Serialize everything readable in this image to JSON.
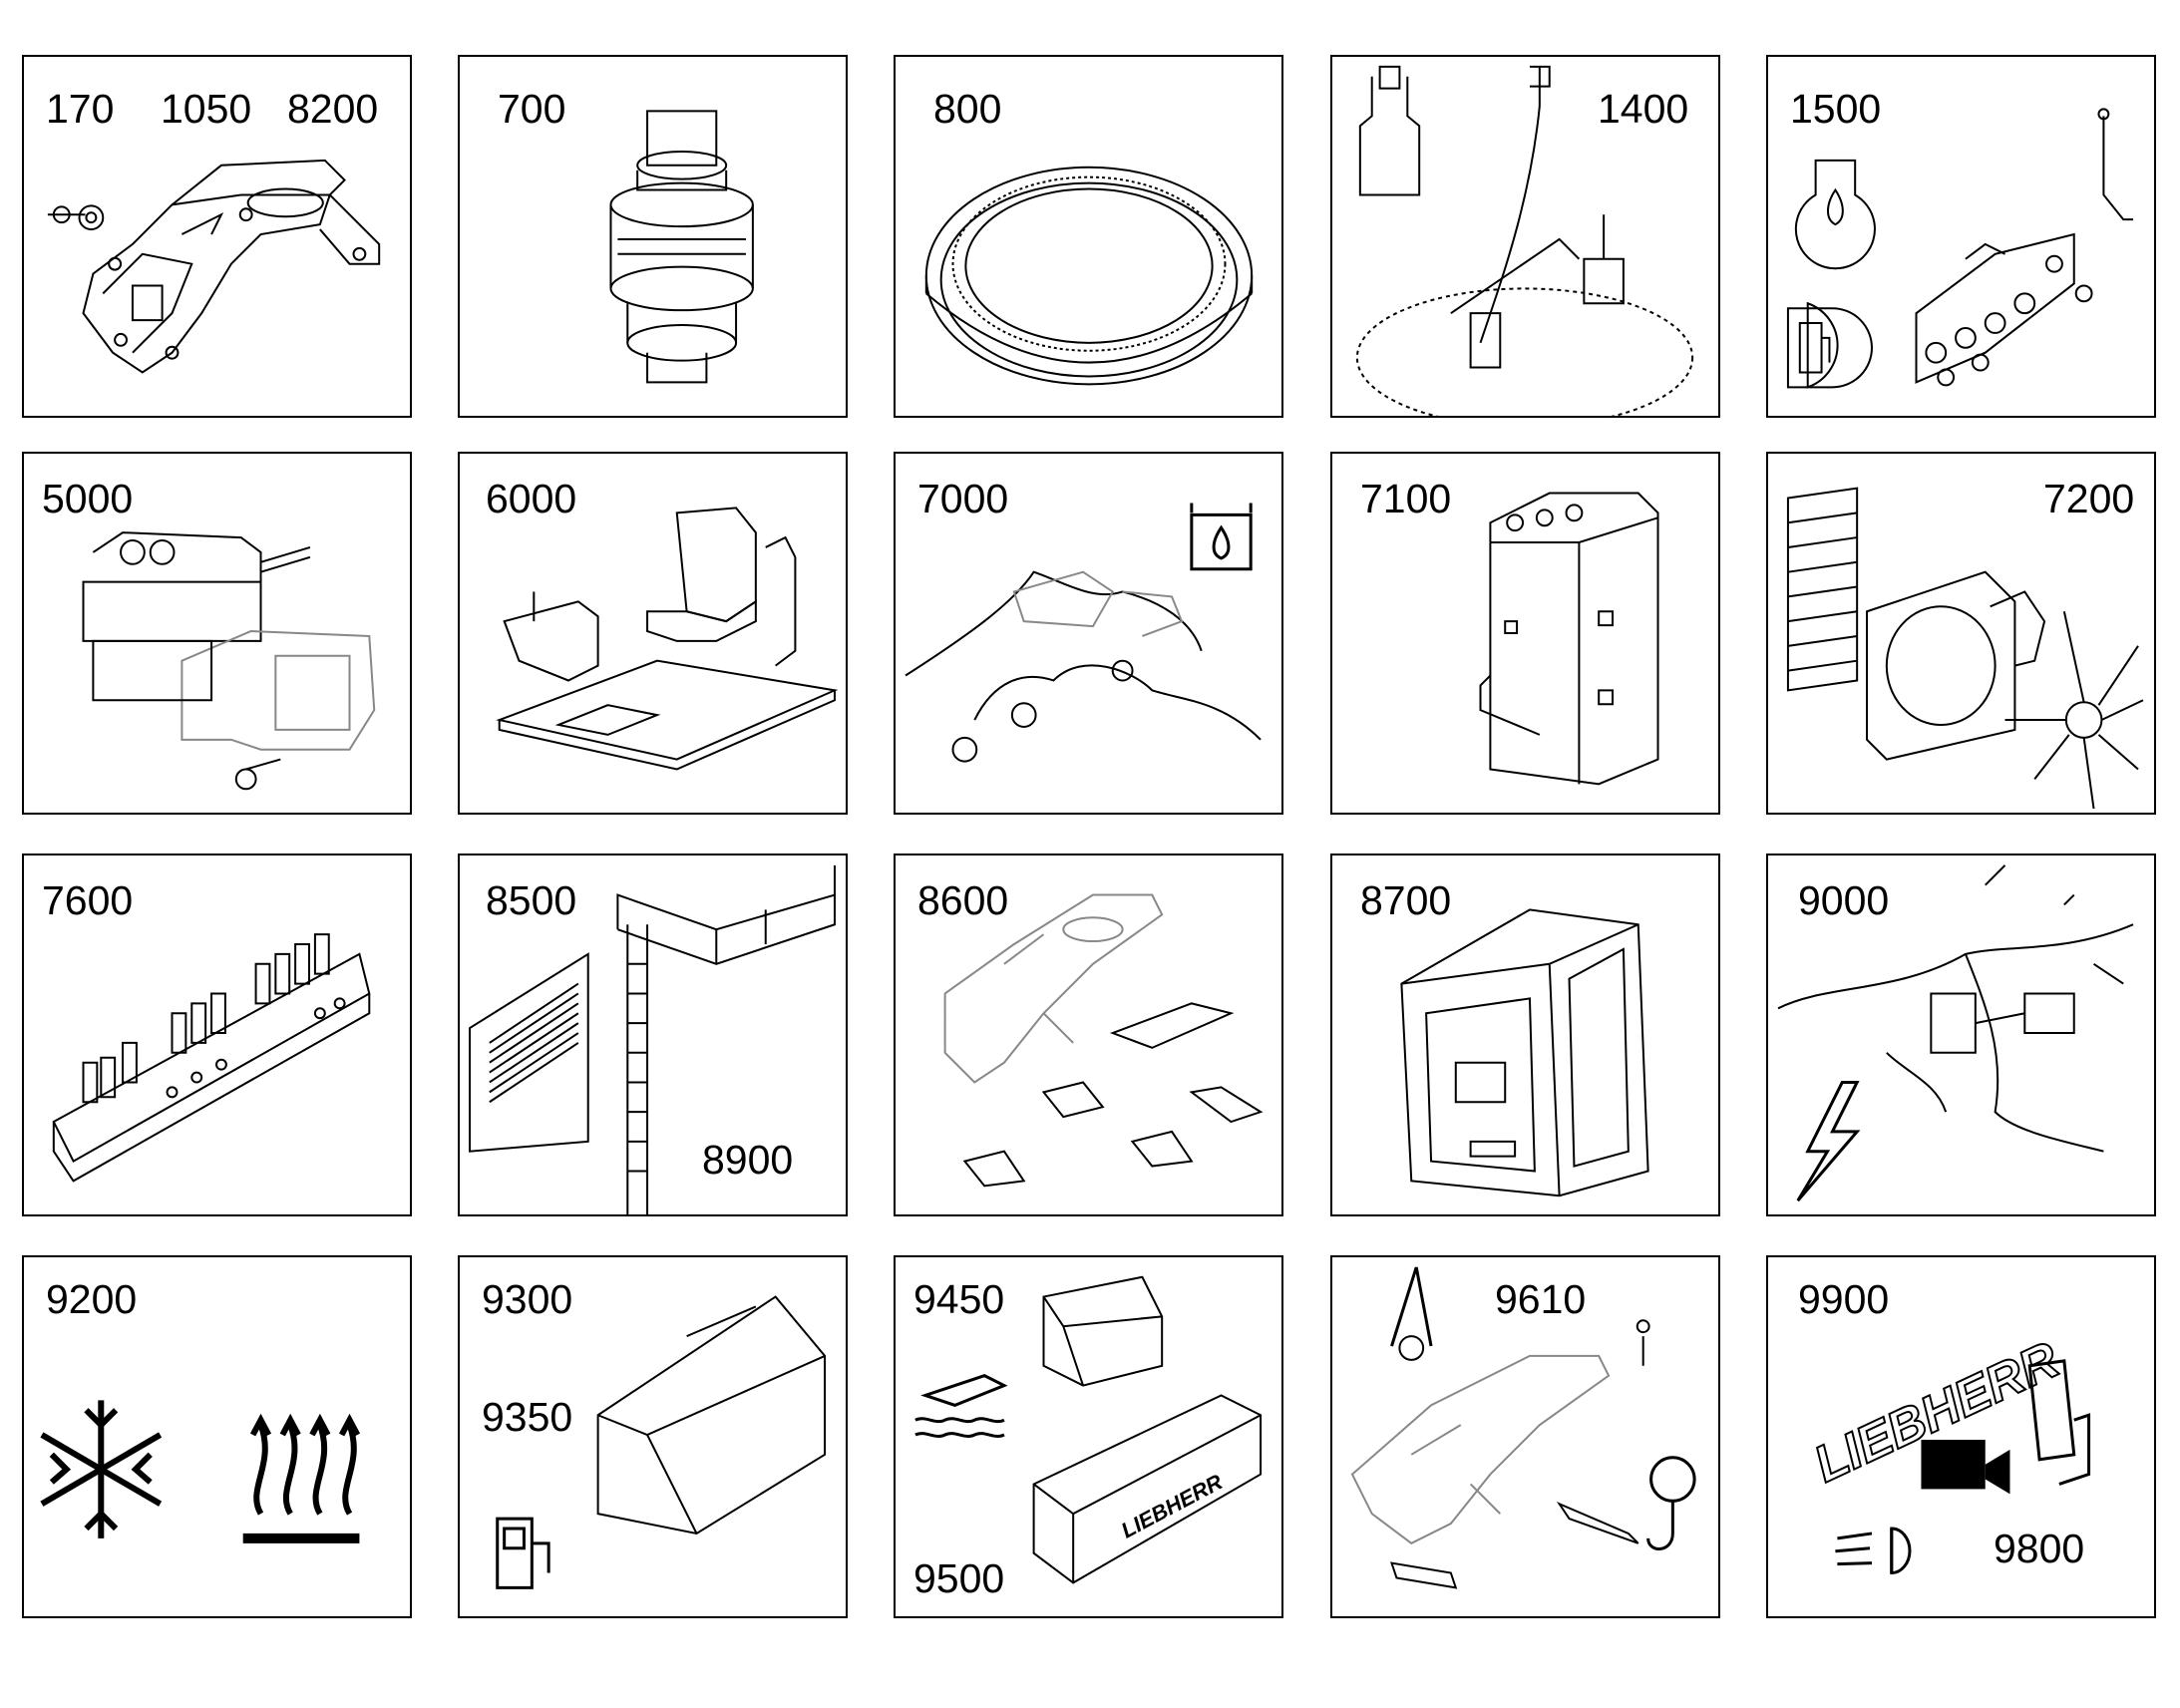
{
  "tiles": [
    {
      "id": "t1",
      "numbers": [
        "170",
        "1050",
        "8200"
      ],
      "image": "uppercarriage-frame-with-pins"
    },
    {
      "id": "t2",
      "numbers": [
        "700"
      ],
      "image": "swing-drive-gearbox"
    },
    {
      "id": "t3",
      "numbers": [
        "800"
      ],
      "image": "slewing-ring"
    },
    {
      "id": "t4",
      "numbers": [
        "1400"
      ],
      "image": "engine-mount-assembly"
    },
    {
      "id": "t5",
      "numbers": [
        "1500"
      ],
      "image": "engine-control-and-fuel-connectors",
      "icons": [
        "oil-pressure-icon",
        "fuel-icon"
      ]
    },
    {
      "id": "t6",
      "numbers": [
        "5000"
      ],
      "image": "hydraulic-pump-assembly"
    },
    {
      "id": "t7",
      "numbers": [
        "6000"
      ],
      "image": "operator-seat-and-console"
    },
    {
      "id": "t8",
      "numbers": [
        "7000"
      ],
      "image": "hydraulic-lines",
      "icons": [
        "hydraulic-tank-icon"
      ]
    },
    {
      "id": "t9",
      "numbers": [
        "7100"
      ],
      "image": "hydraulic-tank"
    },
    {
      "id": "t10",
      "numbers": [
        "7200"
      ],
      "image": "radiator-and-fan"
    },
    {
      "id": "t11",
      "numbers": [
        "7600"
      ],
      "image": "control-valve-block"
    },
    {
      "id": "t12",
      "numbers": [
        "8500",
        "8900"
      ],
      "image": "doors-ladder-railing"
    },
    {
      "id": "t13",
      "numbers": [
        "8600"
      ],
      "image": "covers-and-plates"
    },
    {
      "id": "t14",
      "numbers": [
        "8700"
      ],
      "image": "operator-cab"
    },
    {
      "id": "t15",
      "numbers": [
        "9000"
      ],
      "image": "electrical-harness",
      "icons": [
        "lightning-icon"
      ]
    },
    {
      "id": "t16",
      "numbers": [
        "9200"
      ],
      "image": "climate-control",
      "icons": [
        "snowflake-icon",
        "heat-icon"
      ]
    },
    {
      "id": "t17",
      "numbers": [
        "9300",
        "9350"
      ],
      "image": "tool-box-and-refueling",
      "icons": [
        "fuel-pump-icon"
      ]
    },
    {
      "id": "t18",
      "numbers": [
        "9450",
        "9500"
      ],
      "image": "counterweight-and-pump",
      "icons": [
        "water-drain-icon"
      ]
    },
    {
      "id": "t19",
      "numbers": [
        "9610"
      ],
      "image": "lifting-gear",
      "icons": [
        "hook-icon"
      ]
    },
    {
      "id": "t20",
      "numbers": [
        "9900",
        "9800"
      ],
      "image": "decals-camera-mirror-lights",
      "brand": "LIEBHERR",
      "icons": [
        "camera-icon",
        "mirror-icon",
        "headlight-icon"
      ]
    }
  ],
  "brand": {
    "text": "LIEBHERR"
  }
}
